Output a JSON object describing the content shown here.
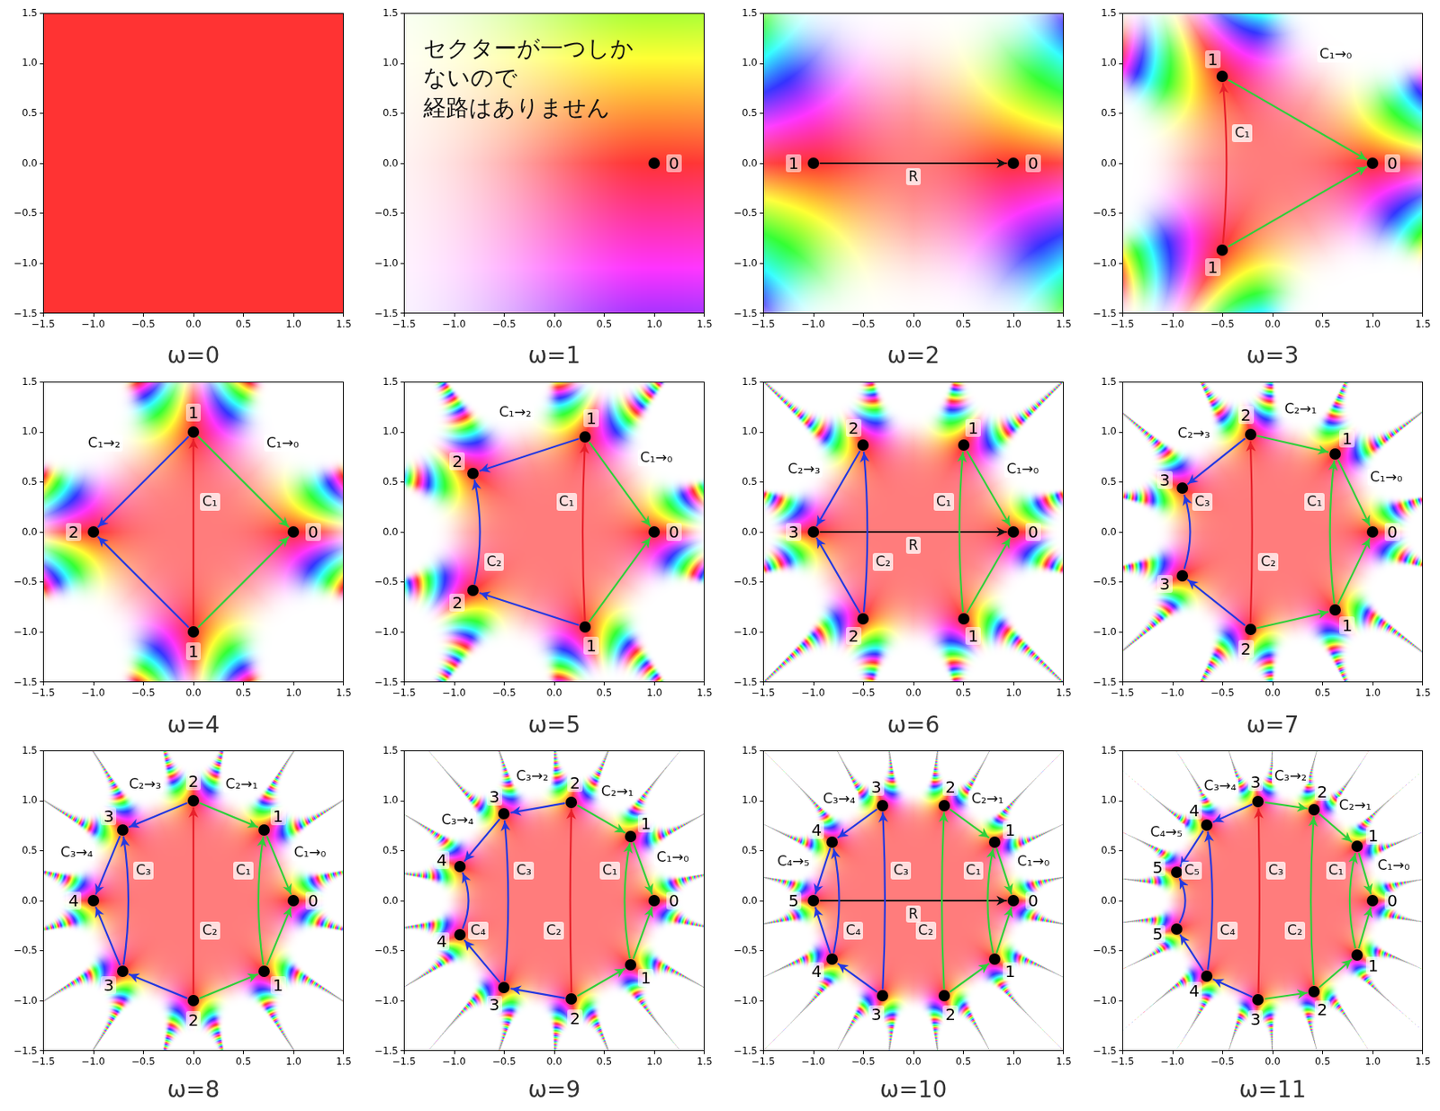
{
  "diagram": {
    "nodes": [
      {
        "text": [
          "0"
        ]
      },
      {
        "text": [
          "0"
        ]
      },
      {
        "text": [
          "1"
        ]
      },
      {
        "text": [
          "0"
        ]
      },
      {
        "text": [
          "1"
        ]
      },
      {
        "text": [
          "1"
        ]
      },
      {
        "text": [
          "0"
        ]
      },
      {
        "text": [
          "1"
        ]
      },
      {
        "text": [
          "2"
        ]
      },
      {
        "text": [
          "1"
        ]
      },
      {
        "text": [
          "0"
        ]
      },
      {
        "text": [
          "1"
        ]
      },
      {
        "text": [
          "2"
        ]
      },
      {
        "text": [
          "2"
        ]
      },
      {
        "text": [
          "1"
        ]
      },
      {
        "text": [
          "0"
        ]
      },
      {
        "text": [
          "1"
        ]
      },
      {
        "text": [
          "2"
        ]
      },
      {
        "text": [
          "3"
        ]
      },
      {
        "text": [
          "2"
        ]
      },
      {
        "text": [
          "1"
        ]
      },
      {
        "text": [
          "0"
        ]
      },
      {
        "text": [
          "1"
        ]
      },
      {
        "text": [
          "2"
        ]
      },
      {
        "text": [
          "3"
        ]
      },
      {
        "text": [
          "3"
        ]
      },
      {
        "text": [
          "2"
        ]
      },
      {
        "text": [
          "1"
        ]
      },
      {
        "text": [
          "0"
        ]
      },
      {
        "text": [
          "1"
        ]
      },
      {
        "text": [
          "2"
        ]
      },
      {
        "text": [
          "3"
        ]
      },
      {
        "text": [
          "4"
        ]
      },
      {
        "text": [
          "3"
        ]
      },
      {
        "text": [
          "2"
        ]
      },
      {
        "text": [
          "1"
        ]
      },
      {
        "text": [
          "0"
        ]
      },
      {
        "text": [
          "1"
        ]
      },
      {
        "text": [
          "2"
        ]
      },
      {
        "text": [
          "3"
        ]
      },
      {
        "text": [
          "4"
        ]
      },
      {
        "text": [
          "4"
        ]
      },
      {
        "text": [
          "3"
        ]
      },
      {
        "text": [
          "2"
        ]
      },
      {
        "text": [
          "1"
        ]
      },
      {
        "text": [
          "0"
        ]
      },
      {
        "text": [
          "1"
        ]
      },
      {
        "text": [
          "2"
        ]
      },
      {
        "text": [
          "3"
        ]
      },
      {
        "text": [
          "4"
        ]
      },
      {
        "text": [
          "5"
        ]
      },
      {
        "text": [
          "4"
        ]
      },
      {
        "text": [
          "3"
        ]
      },
      {
        "text": [
          "2"
        ]
      },
      {
        "text": [
          "1"
        ]
      },
      {
        "text": [
          "0"
        ]
      },
      {
        "text": [
          "1"
        ]
      },
      {
        "text": [
          "2"
        ]
      },
      {
        "text": [
          "3"
        ]
      },
      {
        "text": [
          "4"
        ]
      },
      {
        "text": [
          "5"
        ]
      },
      {
        "text": [
          "5"
        ]
      },
      {
        "text": [
          "4"
        ]
      },
      {
        "text": [
          "3"
        ]
      },
      {
        "text": [
          "2"
        ]
      },
      {
        "text": [
          "1"
        ]
      }
    ],
    "edges": [
      {
        "from": 2,
        "to": 1,
        "arrow": "to",
        "label": "R"
      },
      {
        "from": 5,
        "to": 4,
        "arrow": "to",
        "label": "C₁"
      },
      {
        "from": 4,
        "to": 3,
        "arrow": "to",
        "label": "C₁→₀"
      },
      {
        "from": 5,
        "to": 3,
        "arrow": "to"
      },
      {
        "from": 9,
        "to": 7,
        "arrow": "to",
        "label": "C₁"
      },
      {
        "from": 7,
        "to": 6,
        "arrow": "to",
        "label": "C₁→₀"
      },
      {
        "from": 9,
        "to": 6,
        "arrow": "to"
      },
      {
        "from": 7,
        "to": 8,
        "arrow": "to",
        "label": "C₁→₂"
      },
      {
        "from": 9,
        "to": 8,
        "arrow": "to"
      },
      {
        "from": 14,
        "to": 11,
        "arrow": "to",
        "label": "C₁"
      },
      {
        "from": 11,
        "to": 10,
        "arrow": "to",
        "label": "C₁→₀"
      },
      {
        "from": 14,
        "to": 10,
        "arrow": "to"
      },
      {
        "from": 11,
        "to": 12,
        "arrow": "to",
        "label": "C₁→₂"
      },
      {
        "from": 14,
        "to": 13,
        "arrow": "to"
      },
      {
        "from": 13,
        "to": 12,
        "arrow": "to",
        "label": "C₂"
      },
      {
        "from": 18,
        "to": 15,
        "arrow": "to",
        "label": "R"
      },
      {
        "from": 20,
        "to": 16,
        "arrow": "to",
        "label": "C₁"
      },
      {
        "from": 16,
        "to": 15,
        "arrow": "to",
        "label": "C₁→₀"
      },
      {
        "from": 20,
        "to": 15,
        "arrow": "to"
      },
      {
        "from": 19,
        "to": 17,
        "arrow": "to",
        "label": "C₂"
      },
      {
        "from": 17,
        "to": 18,
        "arrow": "to",
        "label": "C₂→₃"
      },
      {
        "from": 19,
        "to": 18,
        "arrow": "to"
      },
      {
        "from": 26,
        "to": 23,
        "arrow": "to",
        "label": "C₂"
      },
      {
        "from": 23,
        "to": 22,
        "arrow": "to",
        "label": "C₂→₁"
      },
      {
        "from": 26,
        "to": 27,
        "arrow": "to"
      },
      {
        "from": 27,
        "to": 22,
        "arrow": "to",
        "label": "C₁"
      },
      {
        "from": 22,
        "to": 21,
        "arrow": "to",
        "label": "C₁→₀"
      },
      {
        "from": 27,
        "to": 21,
        "arrow": "to"
      },
      {
        "from": 23,
        "to": 24,
        "arrow": "to",
        "label": "C₂→₃"
      },
      {
        "from": 26,
        "to": 25,
        "arrow": "to"
      },
      {
        "from": 25,
        "to": 24,
        "arrow": "to",
        "label": "C₃"
      },
      {
        "from": 34,
        "to": 30,
        "arrow": "to",
        "label": "C₂"
      },
      {
        "from": 30,
        "to": 29,
        "arrow": "to",
        "label": "C₂→₁"
      },
      {
        "from": 34,
        "to": 35,
        "arrow": "to"
      },
      {
        "from": 35,
        "to": 29,
        "arrow": "to",
        "label": "C₁"
      },
      {
        "from": 29,
        "to": 28,
        "arrow": "to",
        "label": "C₁→₀"
      },
      {
        "from": 35,
        "to": 28,
        "arrow": "to"
      },
      {
        "from": 30,
        "to": 31,
        "arrow": "to",
        "label": "C₂→₃"
      },
      {
        "from": 34,
        "to": 33,
        "arrow": "to"
      },
      {
        "from": 33,
        "to": 31,
        "arrow": "to",
        "label": "C₃"
      },
      {
        "from": 31,
        "to": 32,
        "arrow": "to",
        "label": "C₃→₄"
      },
      {
        "from": 33,
        "to": 32,
        "arrow": "to"
      },
      {
        "from": 43,
        "to": 38,
        "arrow": "to",
        "label": "C₂"
      },
      {
        "from": 38,
        "to": 37,
        "arrow": "to",
        "label": "C₂→₁"
      },
      {
        "from": 43,
        "to": 44,
        "arrow": "to"
      },
      {
        "from": 44,
        "to": 37,
        "arrow": "to",
        "label": "C₁"
      },
      {
        "from": 37,
        "to": 36,
        "arrow": "to",
        "label": "C₁→₀"
      },
      {
        "from": 44,
        "to": 36,
        "arrow": "to"
      },
      {
        "from": 38,
        "to": 39,
        "arrow": "to",
        "label": "C₃→₂"
      },
      {
        "from": 43,
        "to": 42,
        "arrow": "to"
      },
      {
        "from": 42,
        "to": 39,
        "arrow": "to",
        "label": "C₃"
      },
      {
        "from": 39,
        "to": 40,
        "arrow": "to",
        "label": "C₃→₄"
      },
      {
        "from": 42,
        "to": 41,
        "arrow": "to"
      },
      {
        "from": 41,
        "to": 40,
        "arrow": "to",
        "label": "C₄"
      },
      {
        "from": 50,
        "to": 45,
        "arrow": "to",
        "label": "R"
      },
      {
        "from": 53,
        "to": 47,
        "arrow": "to",
        "label": "C₂"
      },
      {
        "from": 47,
        "to": 46,
        "arrow": "to",
        "label": "C₂→₁"
      },
      {
        "from": 53,
        "to": 54,
        "arrow": "to"
      },
      {
        "from": 54,
        "to": 46,
        "arrow": "to",
        "label": "C₁"
      },
      {
        "from": 46,
        "to": 45,
        "arrow": "to",
        "label": "C₁→₀"
      },
      {
        "from": 54,
        "to": 45,
        "arrow": "to"
      },
      {
        "from": 52,
        "to": 48,
        "arrow": "to",
        "label": "C₃"
      },
      {
        "from": 48,
        "to": 49,
        "arrow": "to",
        "label": "C₃→₄"
      },
      {
        "from": 52,
        "to": 51,
        "arrow": "to"
      },
      {
        "from": 51,
        "to": 49,
        "arrow": "to",
        "label": "C₄"
      },
      {
        "from": 49,
        "to": 50,
        "arrow": "to",
        "label": "C₄→₅"
      },
      {
        "from": 51,
        "to": 50,
        "arrow": "to"
      },
      {
        "from": 63,
        "to": 58,
        "arrow": "to",
        "label": "C₃"
      },
      {
        "from": 58,
        "to": 57,
        "arrow": "to",
        "label": "C₃→₂"
      },
      {
        "from": 63,
        "to": 64,
        "arrow": "to"
      },
      {
        "from": 64,
        "to": 57,
        "arrow": "to",
        "label": "C₂"
      },
      {
        "from": 57,
        "to": 56,
        "arrow": "to",
        "label": "C₂→₁"
      },
      {
        "from": 64,
        "to": 65,
        "arrow": "to"
      },
      {
        "from": 65,
        "to": 56,
        "arrow": "to",
        "label": "C₁"
      },
      {
        "from": 56,
        "to": 55,
        "arrow": "to",
        "label": "C₁→₀"
      },
      {
        "from": 65,
        "to": 55,
        "arrow": "to"
      },
      {
        "from": 58,
        "to": 59,
        "arrow": "to",
        "label": "C₃→₄"
      },
      {
        "from": 63,
        "to": 62,
        "arrow": "to"
      },
      {
        "from": 62,
        "to": 59,
        "arrow": "to",
        "label": "C₄"
      },
      {
        "from": 59,
        "to": 60,
        "arrow": "to",
        "label": "C₄→₅"
      },
      {
        "from": 62,
        "to": 61,
        "arrow": "to"
      },
      {
        "from": 61,
        "to": 60,
        "arrow": "to",
        "label": "C₅"
      }
    ],
    "labels": [
      "1.5",
      "1.0",
      "0.5",
      "0.0",
      "−0.5",
      "−1.0",
      "−1.5",
      "−1.5",
      "−1.0",
      "−0.5",
      "0.0",
      "0.5",
      "1.0",
      "1.5",
      "ω=0",
      "1.5",
      "1.0",
      "0.5",
      "0.0",
      "−0.5",
      "−1.0",
      "−1.5",
      "−1.5",
      "−1.0",
      "−0.5",
      "0.0",
      "0.5",
      "1.0",
      "1.5",
      "セクターが一つしか ないので 経路はありません",
      "ω=1",
      "1.5",
      "1.0",
      "0.5",
      "0.0",
      "−0.5",
      "−1.0",
      "−1.5",
      "−1.5",
      "−1.0",
      "−0.5",
      "0.0",
      "0.5",
      "1.0",
      "1.5",
      "ω=2",
      "1.5",
      "1.0",
      "0.5",
      "0.0",
      "−0.5",
      "−1.0",
      "−1.5",
      "−1.5",
      "−1.0",
      "−0.5",
      "0.0",
      "0.5",
      "1.0",
      "1.5",
      "ω=3",
      "1.5",
      "1.0",
      "0.5",
      "0.0",
      "−0.5",
      "−1.0",
      "−1.5",
      "−1.5",
      "−1.0",
      "−0.5",
      "0.0",
      "0.5",
      "1.0",
      "1.5",
      "ω=4",
      "1.5",
      "1.0",
      "0.5",
      "0.0",
      "−0.5",
      "−1.0",
      "−1.5",
      "−1.5",
      "−1.0",
      "−0.5",
      "0.0",
      "0.5",
      "1.0",
      "1.5",
      "ω=5",
      "1.5",
      "1.0",
      "0.5",
      "0.0",
      "−0.5",
      "−1.0",
      "−1.5",
      "−1.5",
      "−1.0",
      "−0.5",
      "0.0",
      "0.5",
      "1.0",
      "1.5",
      "ω=6",
      "1.5",
      "1.0",
      "0.5",
      "0.0",
      "−0.5",
      "−1.0",
      "−1.5",
      "−1.5",
      "−1.0",
      "−0.5",
      "0.0",
      "0.5",
      "1.0",
      "1.5",
      "ω=7",
      "1.5",
      "1.0",
      "0.5",
      "0.0",
      "−0.5",
      "−1.0",
      "−1.5",
      "−1.5",
      "−1.0",
      "−0.5",
      "0.0",
      "0.5",
      "1.0",
      "1.5",
      "ω=8",
      "1.5",
      "1.0",
      "0.5",
      "0.0",
      "−0.5",
      "−1.0",
      "−1.5",
      "−1.5",
      "−1.0",
      "−0.5",
      "0.0",
      "0.5",
      "1.0",
      "1.5",
      "ω=9",
      "1.5",
      "1.0",
      "0.5",
      "0.0",
      "−0.5",
      "−1.0",
      "−1.5",
      "−1.5",
      "−1.0",
      "−0.5",
      "0.0",
      "0.5",
      "1.0",
      "1.5",
      "ω=10",
      "1.5",
      "1.0",
      "0.5",
      "0.0",
      "−0.5",
      "−1.0",
      "−1.5",
      "−1.5",
      "−1.0",
      "−0.5",
      "0.0",
      "0.5",
      "1.0",
      "1.5",
      "ω=11"
    ]
  }
}
